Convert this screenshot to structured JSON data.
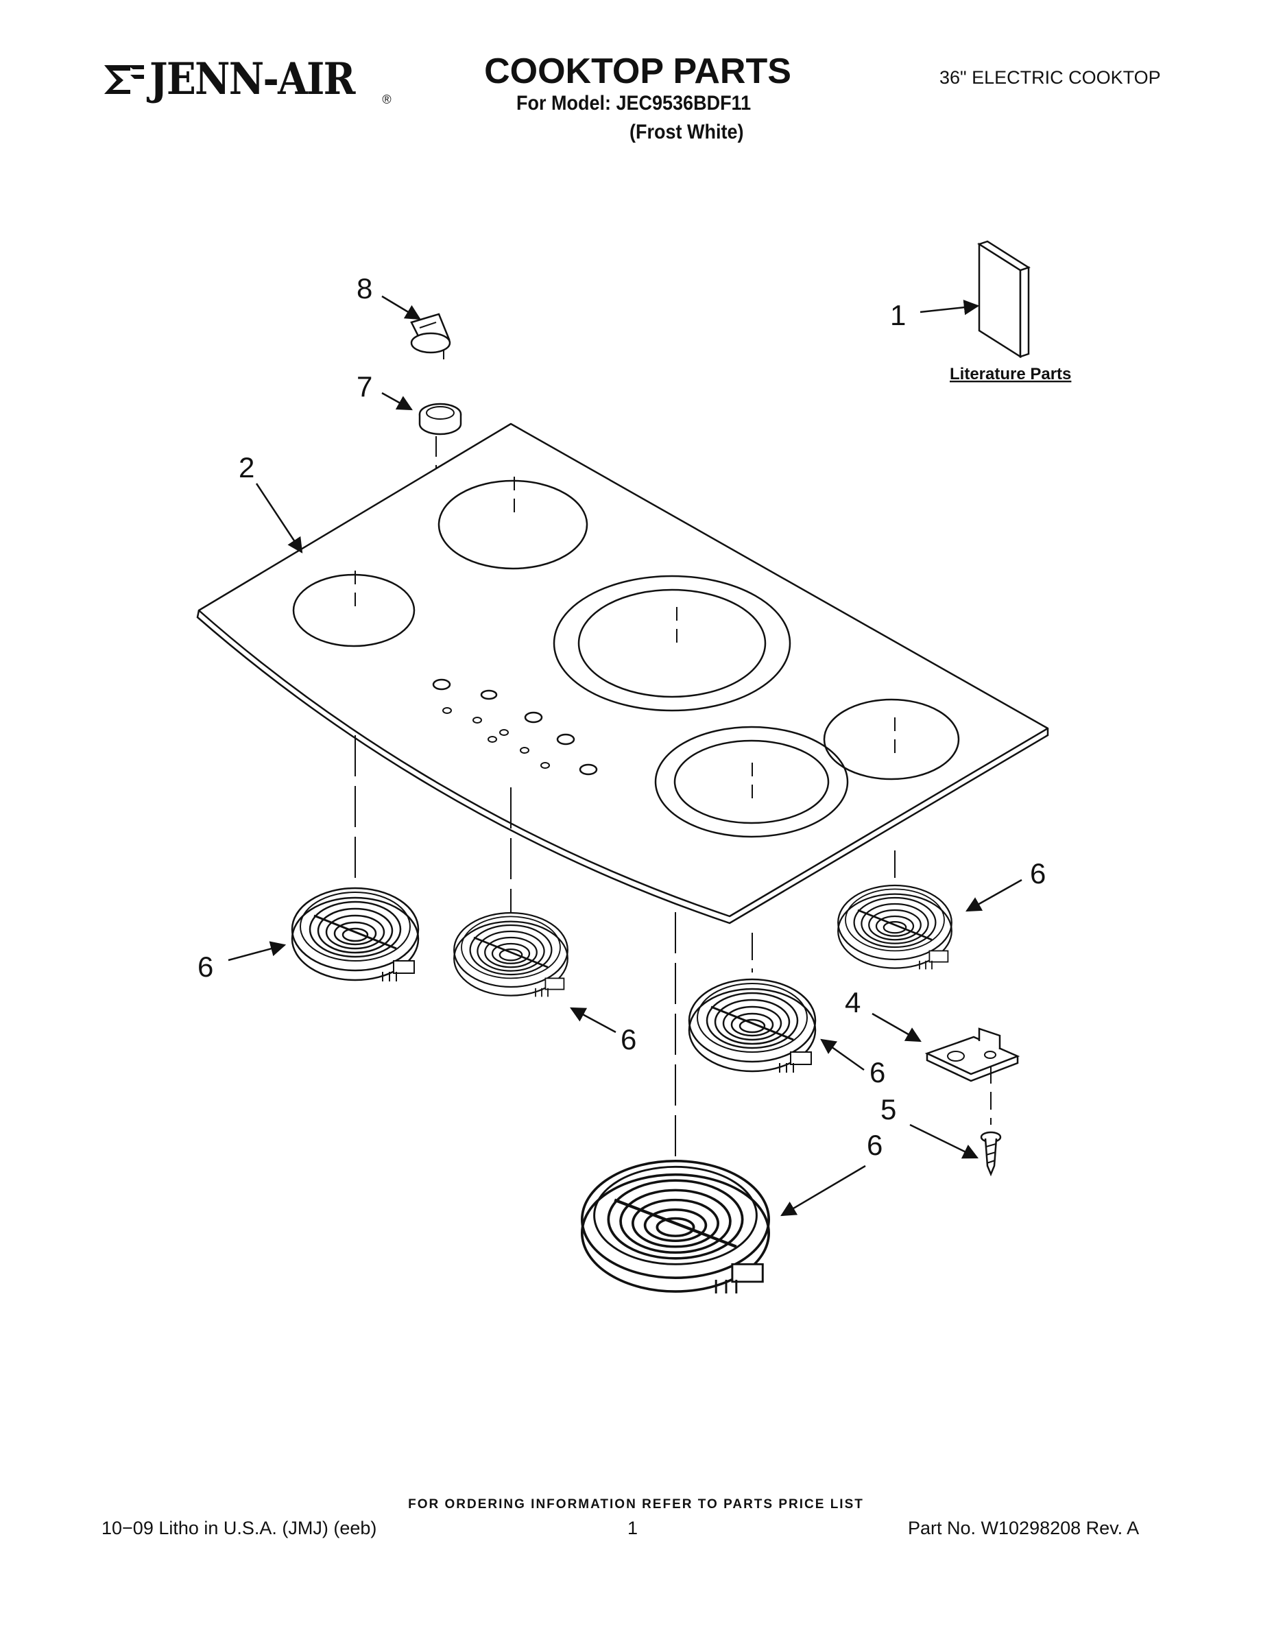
{
  "header": {
    "brand": "JENN-AIR",
    "brand_reg": "®",
    "title": "COOKTOP PARTS",
    "model_line": "For Model: JEC9536BDF11",
    "variant_line": "(Frost White)",
    "subtitle": "36\" ELECTRIC COOKTOP"
  },
  "diagram": {
    "callouts": {
      "c1": "1",
      "c2": "2",
      "c4": "4",
      "c5": "5",
      "c6a": "6",
      "c6b": "6",
      "c6c": "6",
      "c6d": "6",
      "c6e": "6",
      "c7": "7",
      "c8": "8"
    },
    "literature_label": "Literature Parts"
  },
  "footer": {
    "ordering_note": "FOR ORDERING INFORMATION REFER TO PARTS PRICE LIST",
    "print_info": "10−09 Litho in U.S.A. (JMJ) (eeb)",
    "page_number": "1",
    "part_number": "Part No. W10298208 Rev. A"
  }
}
